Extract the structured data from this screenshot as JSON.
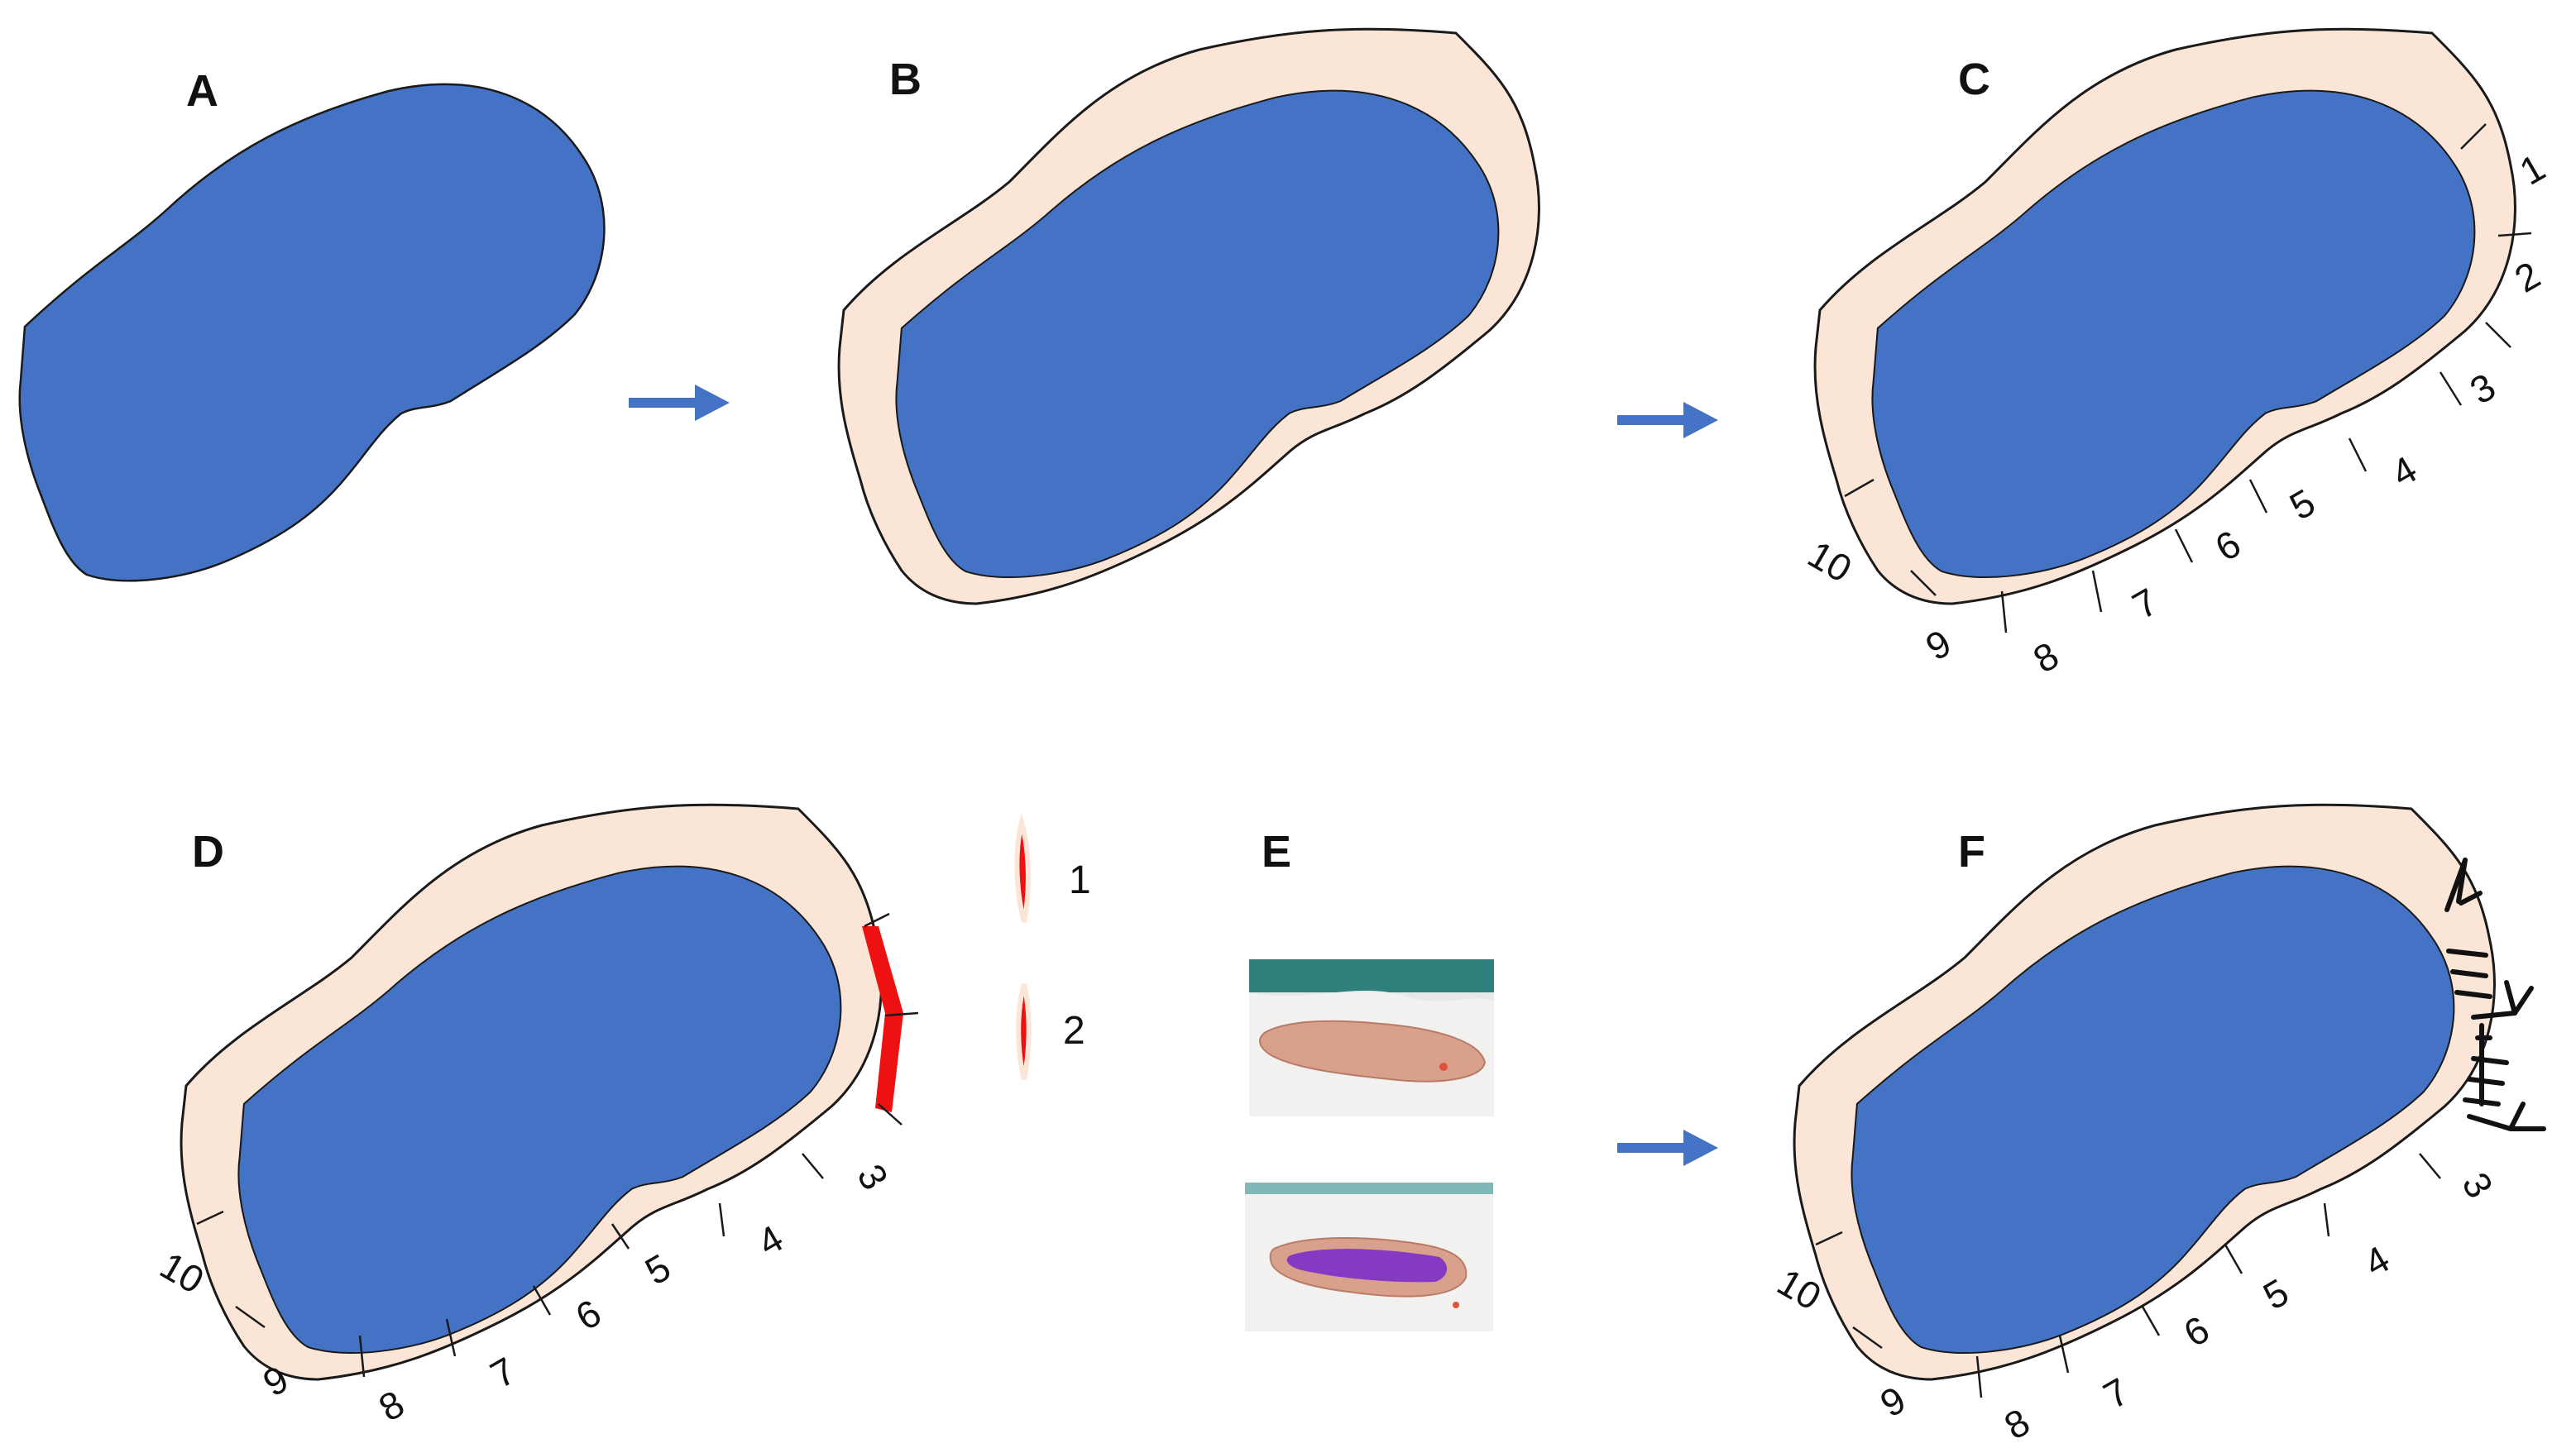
{
  "colors": {
    "tumor": "#4472c4",
    "margin": "#fbe5d6",
    "outline": "#1a1a1a",
    "arrow": "#4472c4",
    "resection": "#ee1111",
    "suture": "#111111",
    "photo_backdrop": "#2f7f7c",
    "photo_tissue": "#d9a08c",
    "photo_stain": "#7a2fc8"
  },
  "panels": {
    "A": {
      "label": "A"
    },
    "B": {
      "label": "B"
    },
    "C": {
      "label": "C",
      "segments": [
        "1",
        "2",
        "3",
        "4",
        "5",
        "6",
        "7",
        "8",
        "9",
        "10"
      ]
    },
    "D": {
      "label": "D",
      "segments": [
        "3",
        "4",
        "5",
        "6",
        "7",
        "8",
        "9",
        "10"
      ]
    },
    "E": {
      "label": "E"
    },
    "F": {
      "label": "F",
      "segments": [
        "3",
        "4",
        "5",
        "6",
        "7",
        "8",
        "9",
        "10"
      ]
    }
  },
  "legend_items": [
    {
      "label": "1"
    },
    {
      "label": "2"
    }
  ],
  "icons": [
    "arrow-right-icon",
    "specimen-photo",
    "stained-specimen-photo"
  ]
}
